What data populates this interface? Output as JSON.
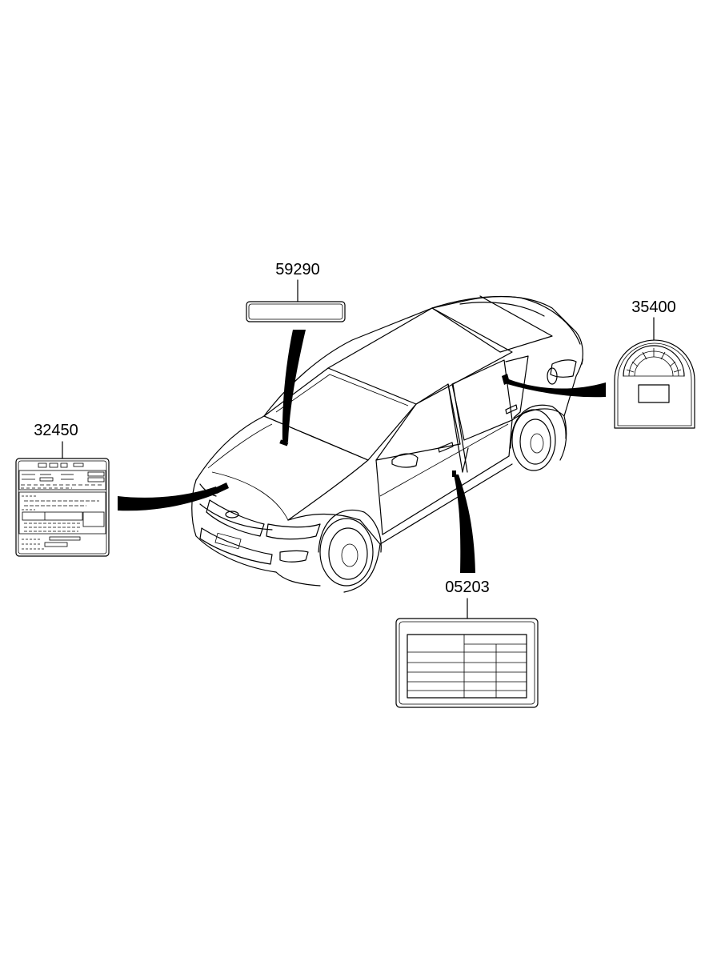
{
  "parts": {
    "hood_label": {
      "number": "59290"
    },
    "emission_label": {
      "number": "32450"
    },
    "fuel_cap_label": {
      "number": "35400"
    },
    "tire_label": {
      "number": "05203"
    }
  },
  "colors": {
    "ink": "#000000",
    "paper": "#ffffff"
  }
}
